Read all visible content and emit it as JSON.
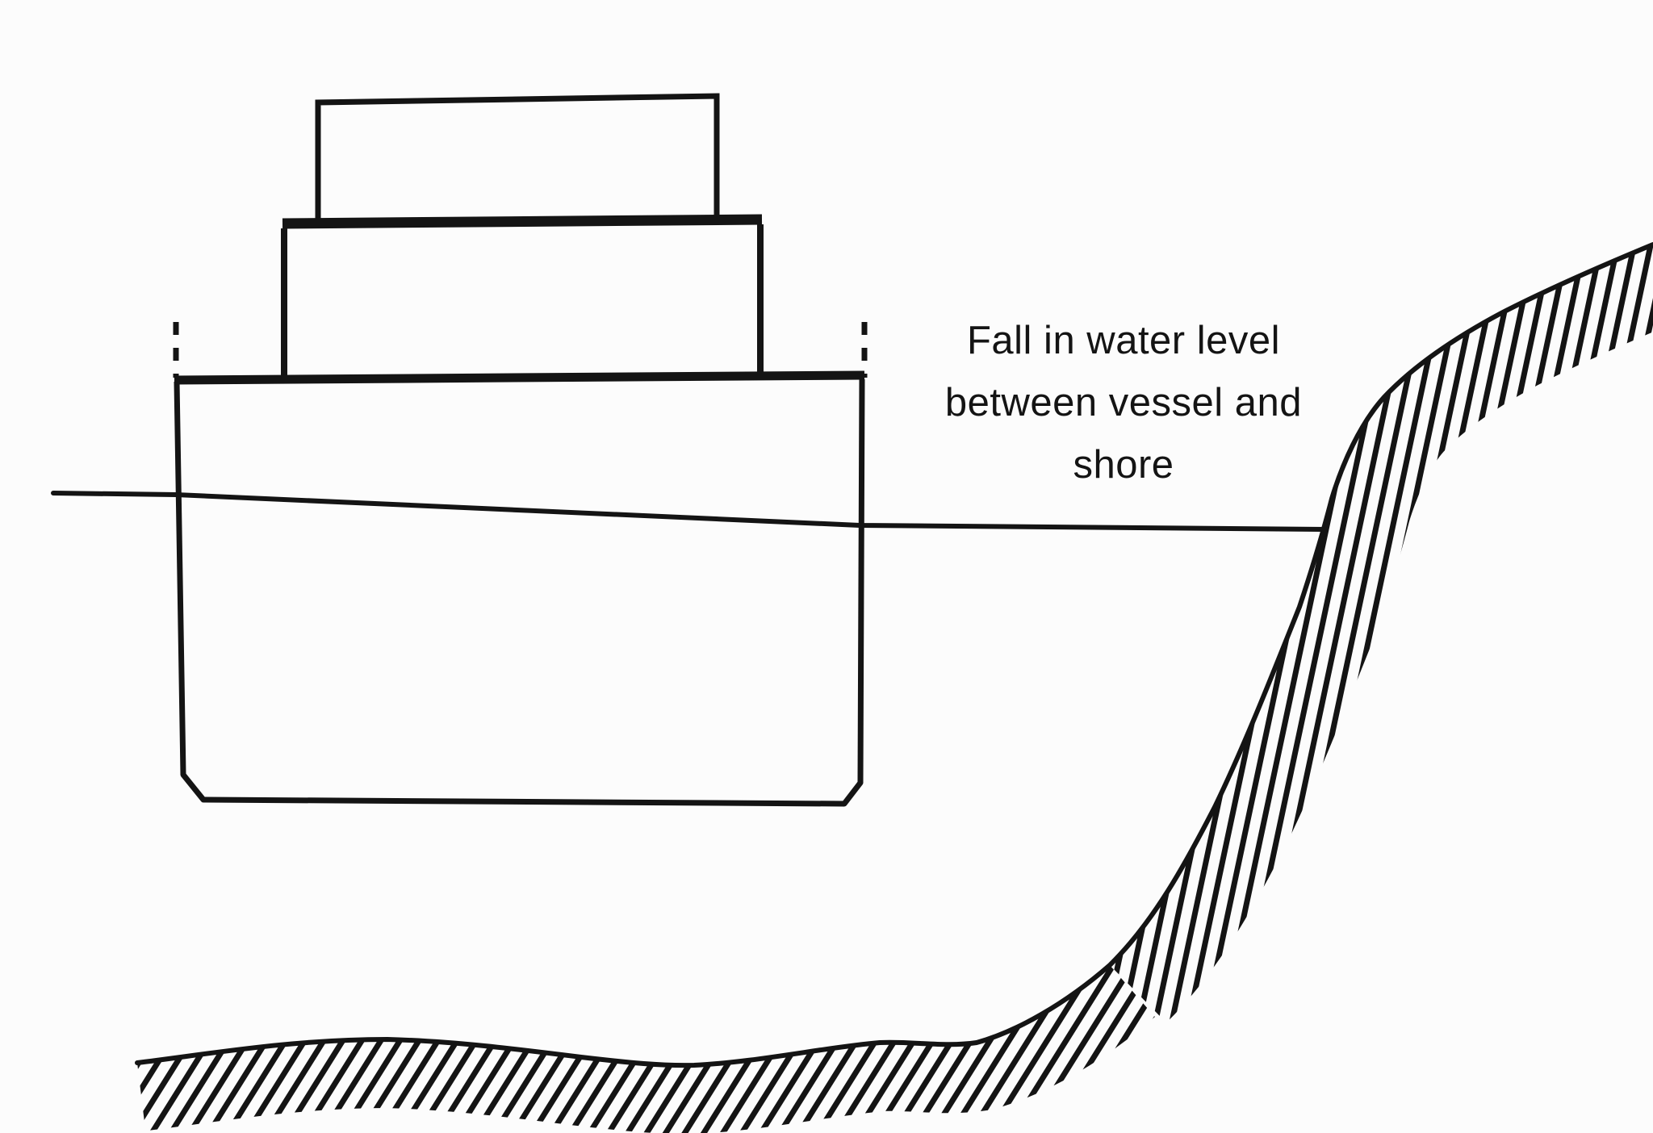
{
  "diagram": {
    "annotation": {
      "line1": "Fall in water level",
      "line2": "between vessel and",
      "line3": "shore"
    },
    "colors": {
      "ink": "#141414",
      "background": "#fcfcfc"
    }
  }
}
